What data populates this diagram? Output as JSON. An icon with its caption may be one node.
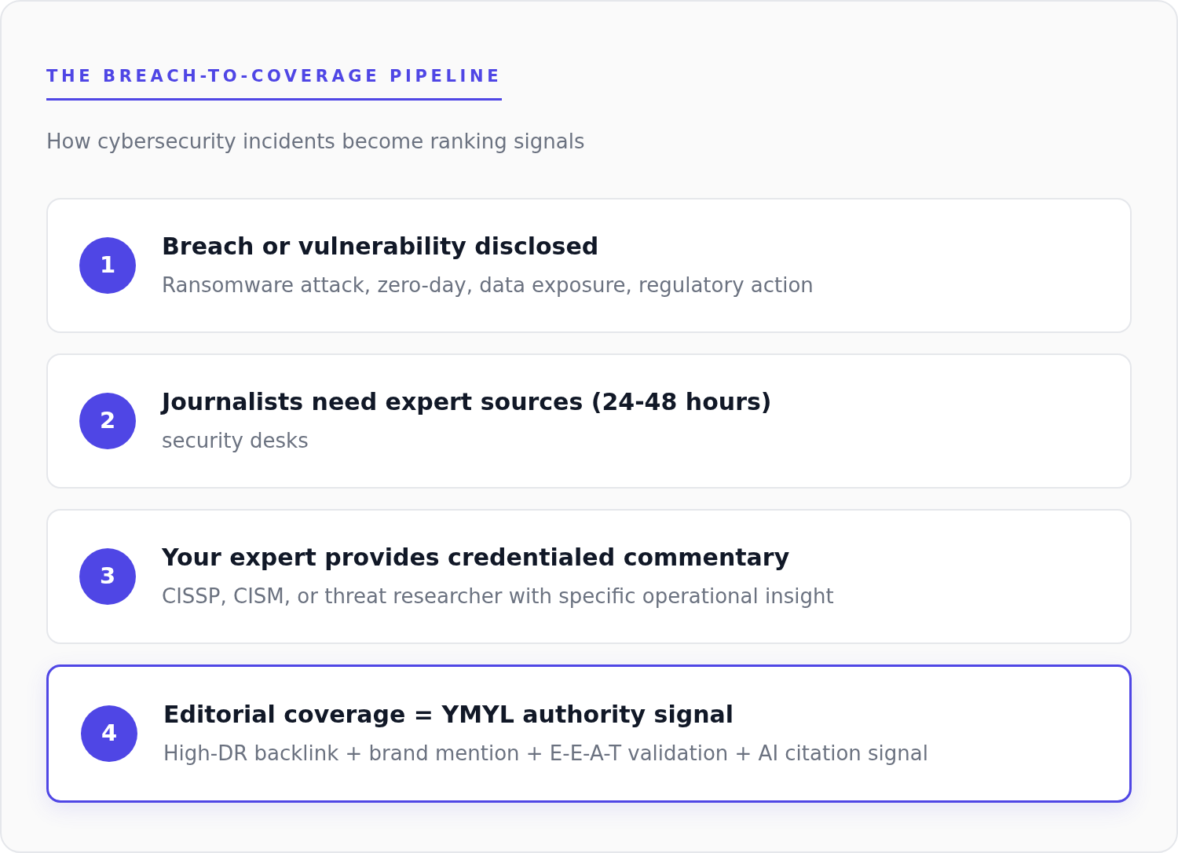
{
  "diagram": {
    "title": "THE BREACH-TO-COVERAGE PIPELINE",
    "nodes": [
      {
        "text": [
          "Breach or vulnerability disclosed",
          "Ransomware attack, zero-day, data exposure, regulatory action"
        ]
      },
      {
        "text": [
          "1"
        ],
        "in": 0
      },
      {
        "text": [
          "Journalists need expert sources (24-48 hours)",
          "security desks"
        ]
      },
      {
        "text": [
          "2"
        ],
        "in": 2
      },
      {
        "text": [
          "Your expert provides credentialed commentary",
          "CISSP, CISM, or threat researcher with specific operational insight"
        ]
      },
      {
        "text": [
          "3"
        ],
        "in": 4
      },
      {
        "text": [
          "Editorial coverage = YMYL authority signal",
          "High-DR backlink + brand mention + E-E-A-T validation + AI citation signal"
        ]
      },
      {
        "text": [
          "4"
        ],
        "in": 6
      }
    ],
    "labels": [
      "How cybersecurity incidents become ranking signals"
    ]
  }
}
